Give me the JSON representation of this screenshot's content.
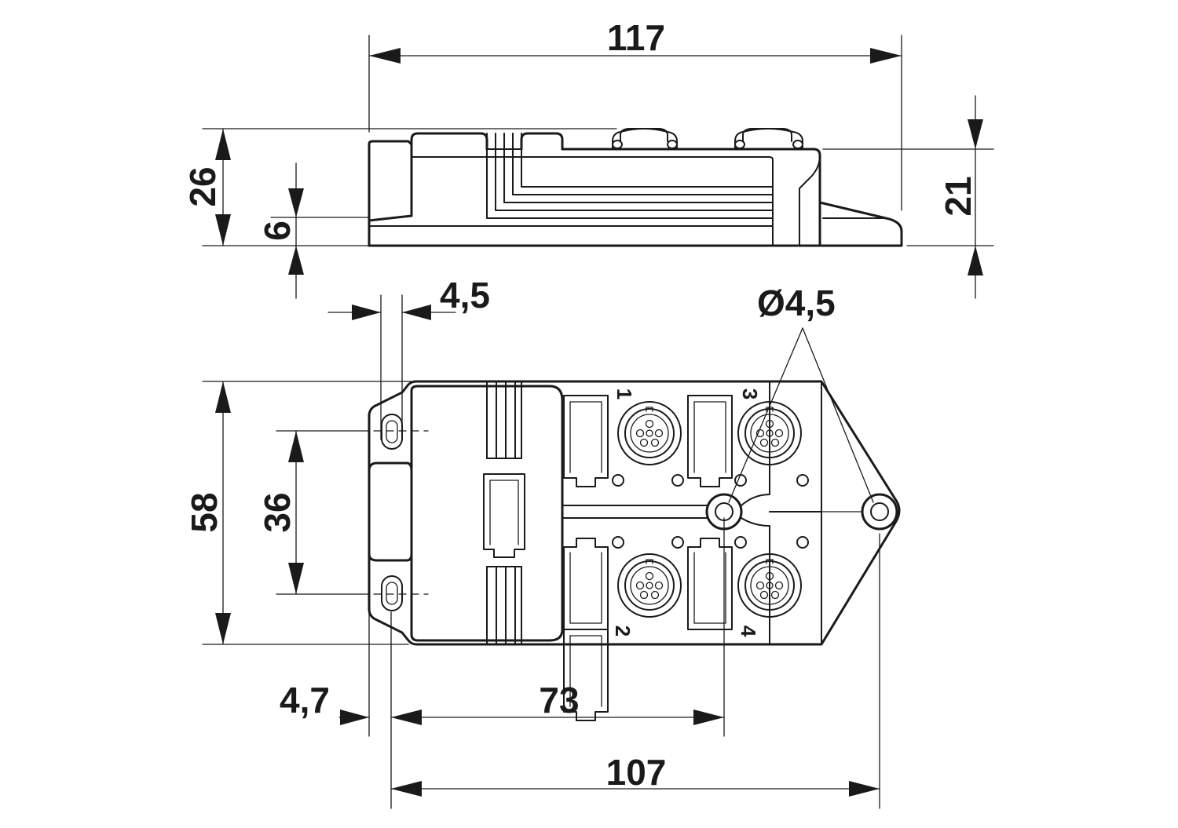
{
  "dimensions": {
    "overall_length": "117",
    "height_total": "26",
    "flange_height": "6",
    "body_height": "21",
    "slot_width": "4,5",
    "hole_diameter": "Ø4,5",
    "overall_width": "58",
    "hole_spacing": "36",
    "edge_offset": "4,7",
    "hole_to_hole": "73",
    "mounting_length": "107"
  },
  "ports": [
    "1",
    "2",
    "3",
    "4"
  ]
}
